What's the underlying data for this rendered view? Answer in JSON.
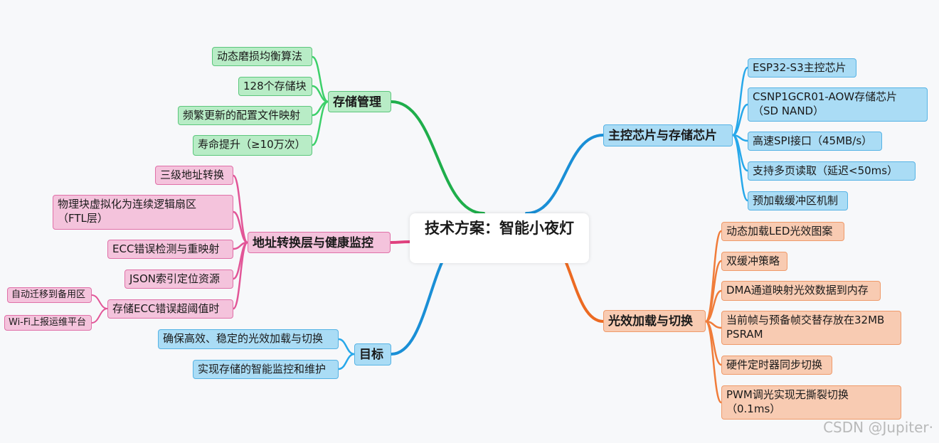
{
  "root": "技术方案：智能小夜灯",
  "branches": {
    "storage": {
      "title": "存储管理",
      "items": [
        "动态磨损均衡算法",
        "128个存储块",
        "频繁更新的配置文件映射",
        "寿命提升（≥10万次）"
      ]
    },
    "address": {
      "title": "地址转换层与健康监控",
      "items": [
        "三级地址转换",
        "物理块虚拟化为连续逻辑扇区\n（FTL层）",
        "ECC错误检测与重映射",
        "JSON索引定位资源",
        "存储ECC错误超阈值时"
      ],
      "subitems": [
        "自动迁移到备用区",
        "Wi-Fi上报运维平台"
      ]
    },
    "goal": {
      "title": "目标",
      "items": [
        "确保高效、稳定的光效加载与切换",
        "实现存储的智能监控和维护"
      ]
    },
    "chip": {
      "title": "主控芯片与存储芯片",
      "items": [
        "ESP32-S3主控芯片",
        "CSNP1GCR01-AOW存储芯片\n（SD NAND）",
        "高速SPI接口（45MB/s）",
        "支持多页读取（延迟<50ms）",
        "预加载缓冲区机制"
      ]
    },
    "effect": {
      "title": "光效加载与切换",
      "items": [
        "动态加载LED光效图案",
        "双缓冲策略",
        "DMA通道映射光效数据到内存",
        "当前帧与预备帧交替存放在32MB\nPSRAM",
        "硬件定时器同步切换",
        "PWM调光实现无撕裂切换\n（0.1ms）"
      ]
    }
  },
  "colors": {
    "storage": "#1fae4b",
    "storage_leaf": "#3dd06a",
    "chip": "#1a8fd6",
    "chip_leaf": "#27a8ea",
    "effect": "#ec6a22",
    "effect_leaf": "#f07c3a",
    "address": "#e0407e",
    "address_leaf": "#e25597",
    "goal": "#1a8fd6",
    "goal_leaf": "#27a8ea"
  },
  "watermark": "CSDN @Jupiter·"
}
